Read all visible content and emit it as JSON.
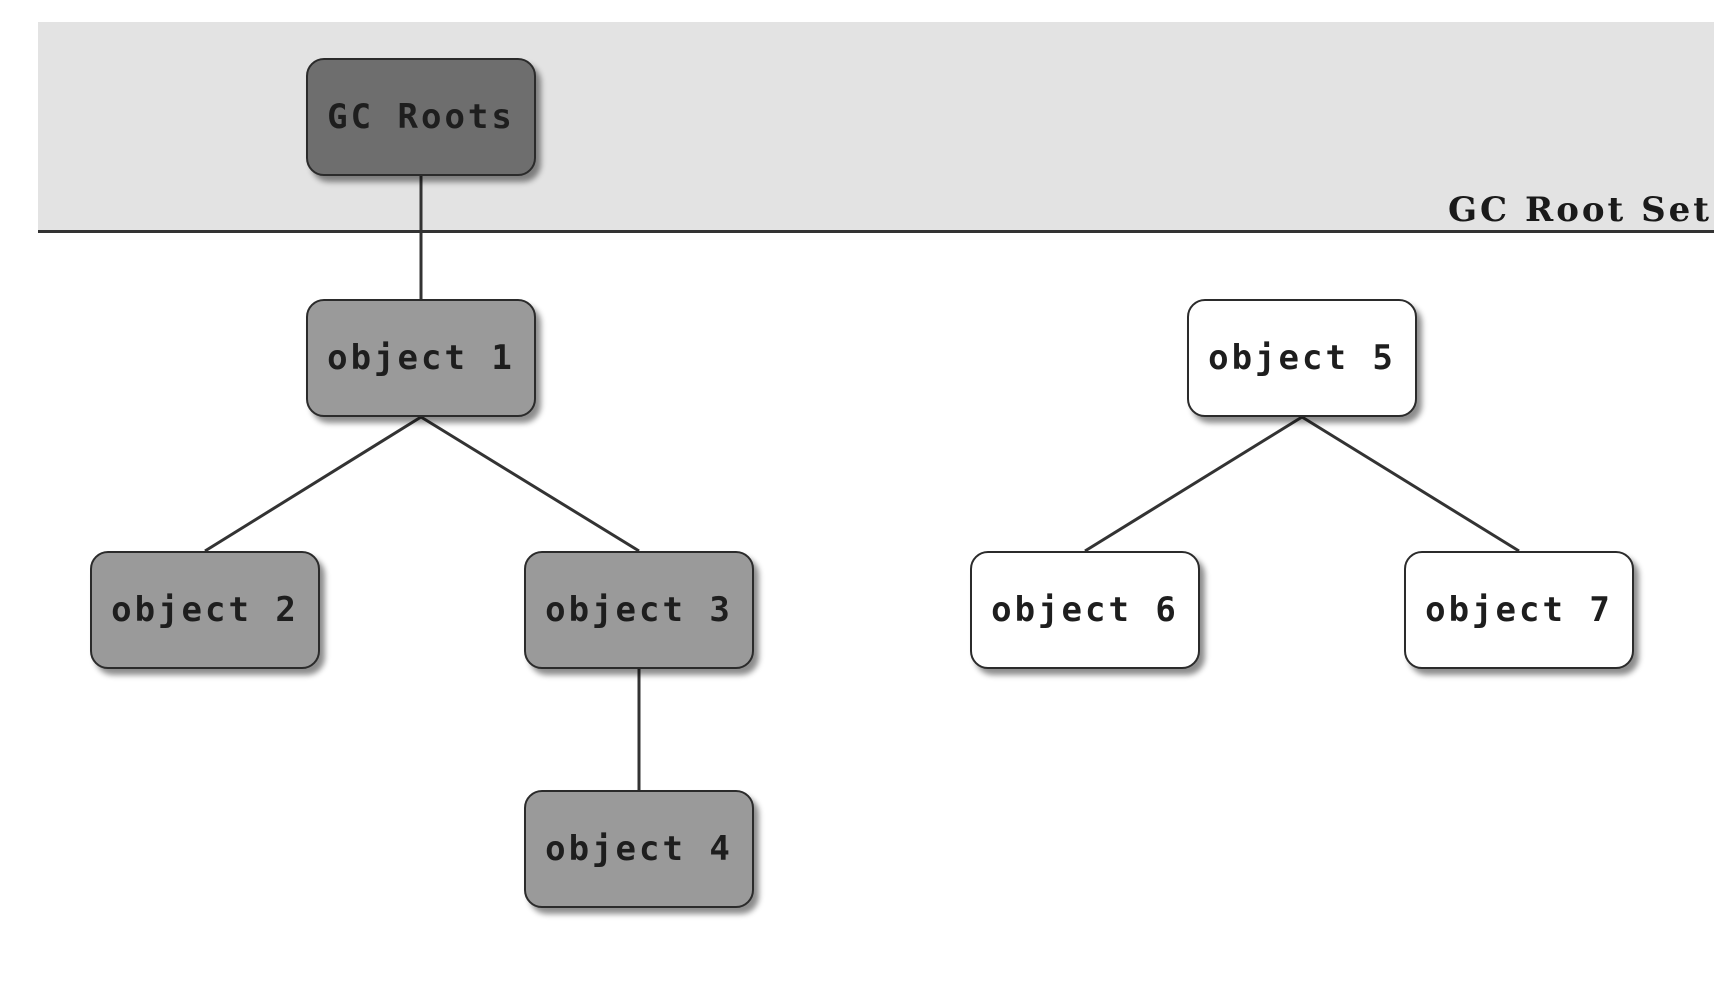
{
  "root_set": {
    "label": "GC Root Set"
  },
  "nodes": {
    "root": "GC Roots",
    "object1": "object 1",
    "object2": "object 2",
    "object3": "object 3",
    "object4": "object 4",
    "object5": "object 5",
    "object6": "object 6",
    "object7": "object 7"
  },
  "colors": {
    "root_fill": "#6e6e6e",
    "reachable_fill": "#9a9a9a",
    "unreachable_fill": "#ffffff",
    "band_fill": "#e3e3e3"
  }
}
